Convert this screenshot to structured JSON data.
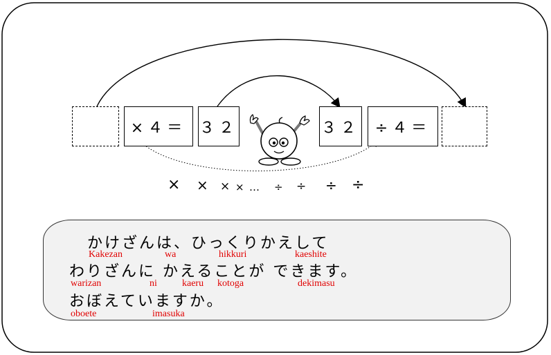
{
  "equation": {
    "left_blank": "",
    "times_four": "×４＝",
    "number_left": "３２",
    "number_right": "３２",
    "divide_four": "÷４＝",
    "right_blank": ""
  },
  "operators": {
    "sequence": [
      "×",
      "×",
      "×",
      "×",
      "…",
      "÷",
      "÷",
      "÷",
      "÷"
    ]
  },
  "explanation": {
    "line1": "かけざんは、ひっくりかえして",
    "line1_romaji": [
      "Kakezan",
      "wa",
      "hikkuri",
      "kaeshite"
    ],
    "line2": "わりざんに かえることが できます。",
    "line2_romaji": [
      "warizan",
      "ni",
      "kaeru",
      "kotoga",
      "dekimasu"
    ],
    "line3": "おぼえていますか。",
    "line3_romaji": [
      "oboete",
      "imasuka"
    ]
  },
  "colors": {
    "romaji": "#e00000",
    "bubble_fill": "#f2f2f2"
  },
  "mascot": {
    "icon": "ball-mascot-icon"
  }
}
